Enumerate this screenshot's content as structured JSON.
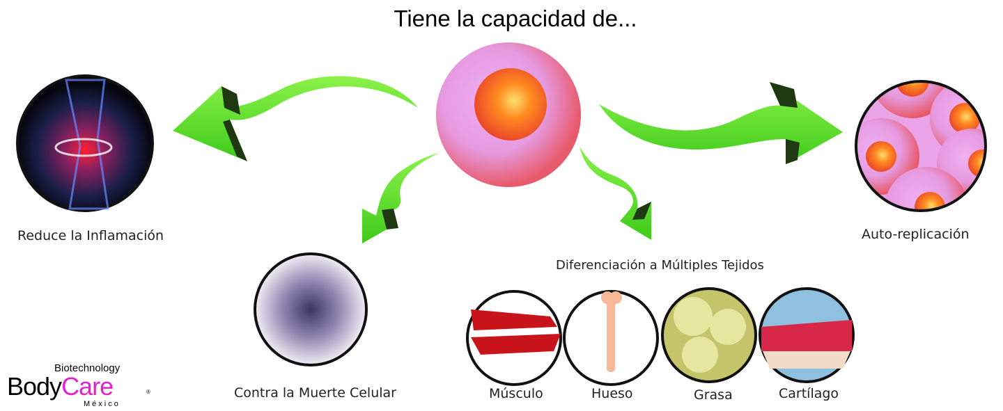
{
  "title": "Tiene la capacidad de...",
  "labels": {
    "inflammation": "Reduce la Inflamación",
    "replication": "Auto-replicación",
    "cell_death": "Contra la Muerte Celular",
    "differentiation": "Diferenciación a Múltiples Tejidos"
  },
  "tissues": [
    "Músculo",
    "Hueso",
    "Grasa",
    "Cartílago"
  ],
  "logo": {
    "top": "Biotechnology",
    "brand_a": "Body",
    "brand_b": "Care",
    "reg": "®",
    "bottom": "México"
  },
  "colors": {
    "arrow": "#5ee62a",
    "arrow_dark": "#1f3a12",
    "brand_pink": "#e61fcf"
  }
}
